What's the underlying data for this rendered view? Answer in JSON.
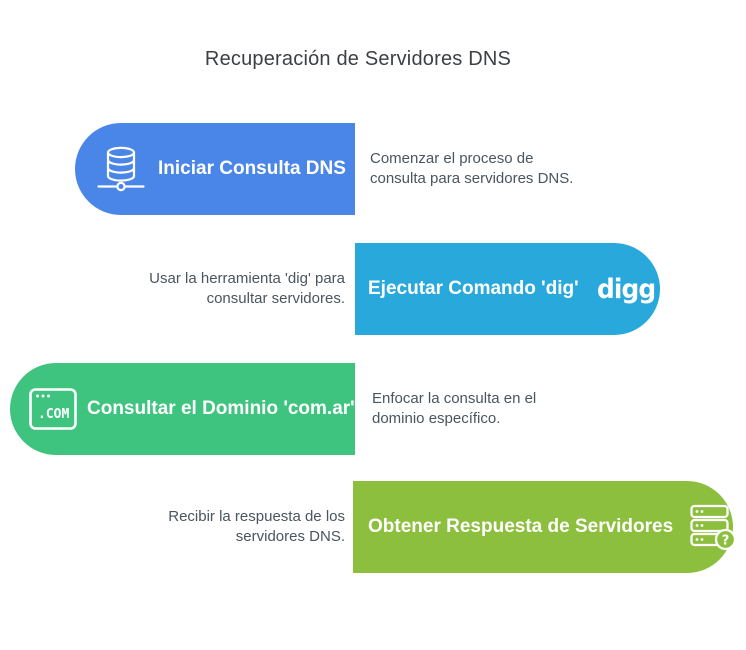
{
  "title": "Recuperación de Servidores DNS",
  "colors": {
    "step1_blue": "#4a86e8",
    "step2_cyan": "#29a9db",
    "step3_green": "#3ec47f",
    "step4_lime": "#8cbf3d",
    "title_text": "#3d4043",
    "description_text": "#4a555e",
    "pill_text": "#ffffff"
  },
  "steps": [
    {
      "title": "Iniciar Consulta DNS",
      "description": "Comenzar el proceso de consulta para servidores DNS.",
      "icon": "database-network-icon",
      "side": "left",
      "color": "#4a86e8"
    },
    {
      "title": "Ejecutar Comando 'dig'",
      "description": "Usar la herramienta 'dig' para consultar servidores.",
      "icon": "digg-logo",
      "icon_text": "digg",
      "side": "right",
      "color": "#29a9db"
    },
    {
      "title": "Consultar el Dominio 'com.ar'",
      "description": "Enfocar la consulta en el dominio específico.",
      "icon": "dotcom-browser-icon",
      "icon_text": ".COM",
      "side": "left",
      "color": "#3ec47f"
    },
    {
      "title": "Obtener Respuesta de Servidores",
      "description": "Recibir la respuesta de los servidores DNS.",
      "icon": "server-question-icon",
      "icon_text": "?",
      "side": "right",
      "color": "#8cbf3d"
    }
  ]
}
